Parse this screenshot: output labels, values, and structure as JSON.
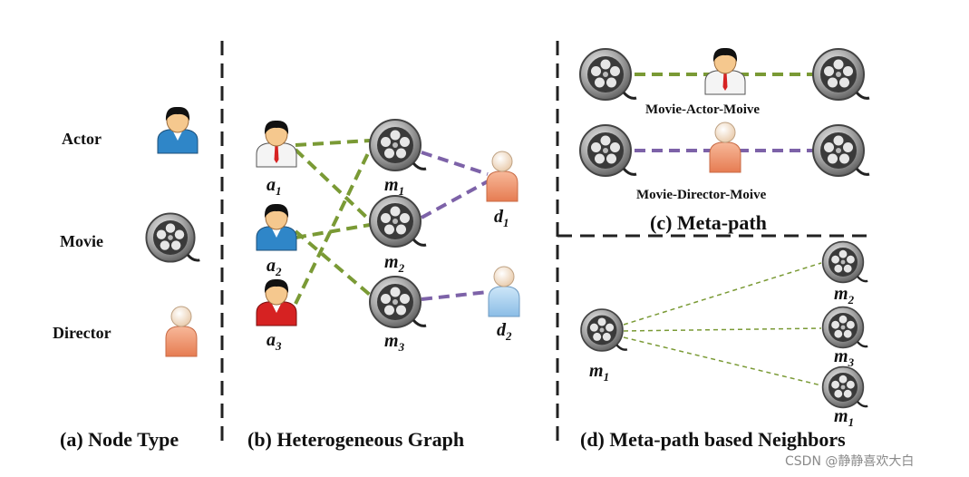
{
  "node_types": {
    "actor": "Actor",
    "movie": "Movie",
    "director": "Director"
  },
  "graph_labels": {
    "a1": {
      "base": "a",
      "sub": "1"
    },
    "a2": {
      "base": "a",
      "sub": "2"
    },
    "a3": {
      "base": "a",
      "sub": "3"
    },
    "m1": {
      "base": "m",
      "sub": "1"
    },
    "m2": {
      "base": "m",
      "sub": "2"
    },
    "m3": {
      "base": "m",
      "sub": "3"
    },
    "d1": {
      "base": "d",
      "sub": "1"
    },
    "d2": {
      "base": "d",
      "sub": "2"
    }
  },
  "meta_paths": {
    "mam": "Movie-Actor-Moive",
    "mdm": "Movie-Director-Moive"
  },
  "neighbors": {
    "center": {
      "base": "m",
      "sub": "1"
    },
    "n1": {
      "base": "m",
      "sub": "2"
    },
    "n2": {
      "base": "m",
      "sub": "3"
    },
    "n3": {
      "base": "m",
      "sub": "1"
    }
  },
  "captions": {
    "a": "(a) Node Type",
    "b": "(b) Heterogeneous Graph",
    "c": "(c) Meta-path",
    "d": "(d) Meta-path based Neighbors"
  },
  "watermark": "CSDN @静静喜欢大白",
  "colors": {
    "actor_edge": "#7a9a35",
    "director_edge": "#7d62a8",
    "actor_shirt_blue": "#2f86c8",
    "actor_shirt_red": "#d62222",
    "director_orange": "#f09a72",
    "director_lightblue": "#a9d0ee"
  },
  "icons": [
    "actor-icon",
    "movie-reel-icon",
    "director-icon"
  ]
}
